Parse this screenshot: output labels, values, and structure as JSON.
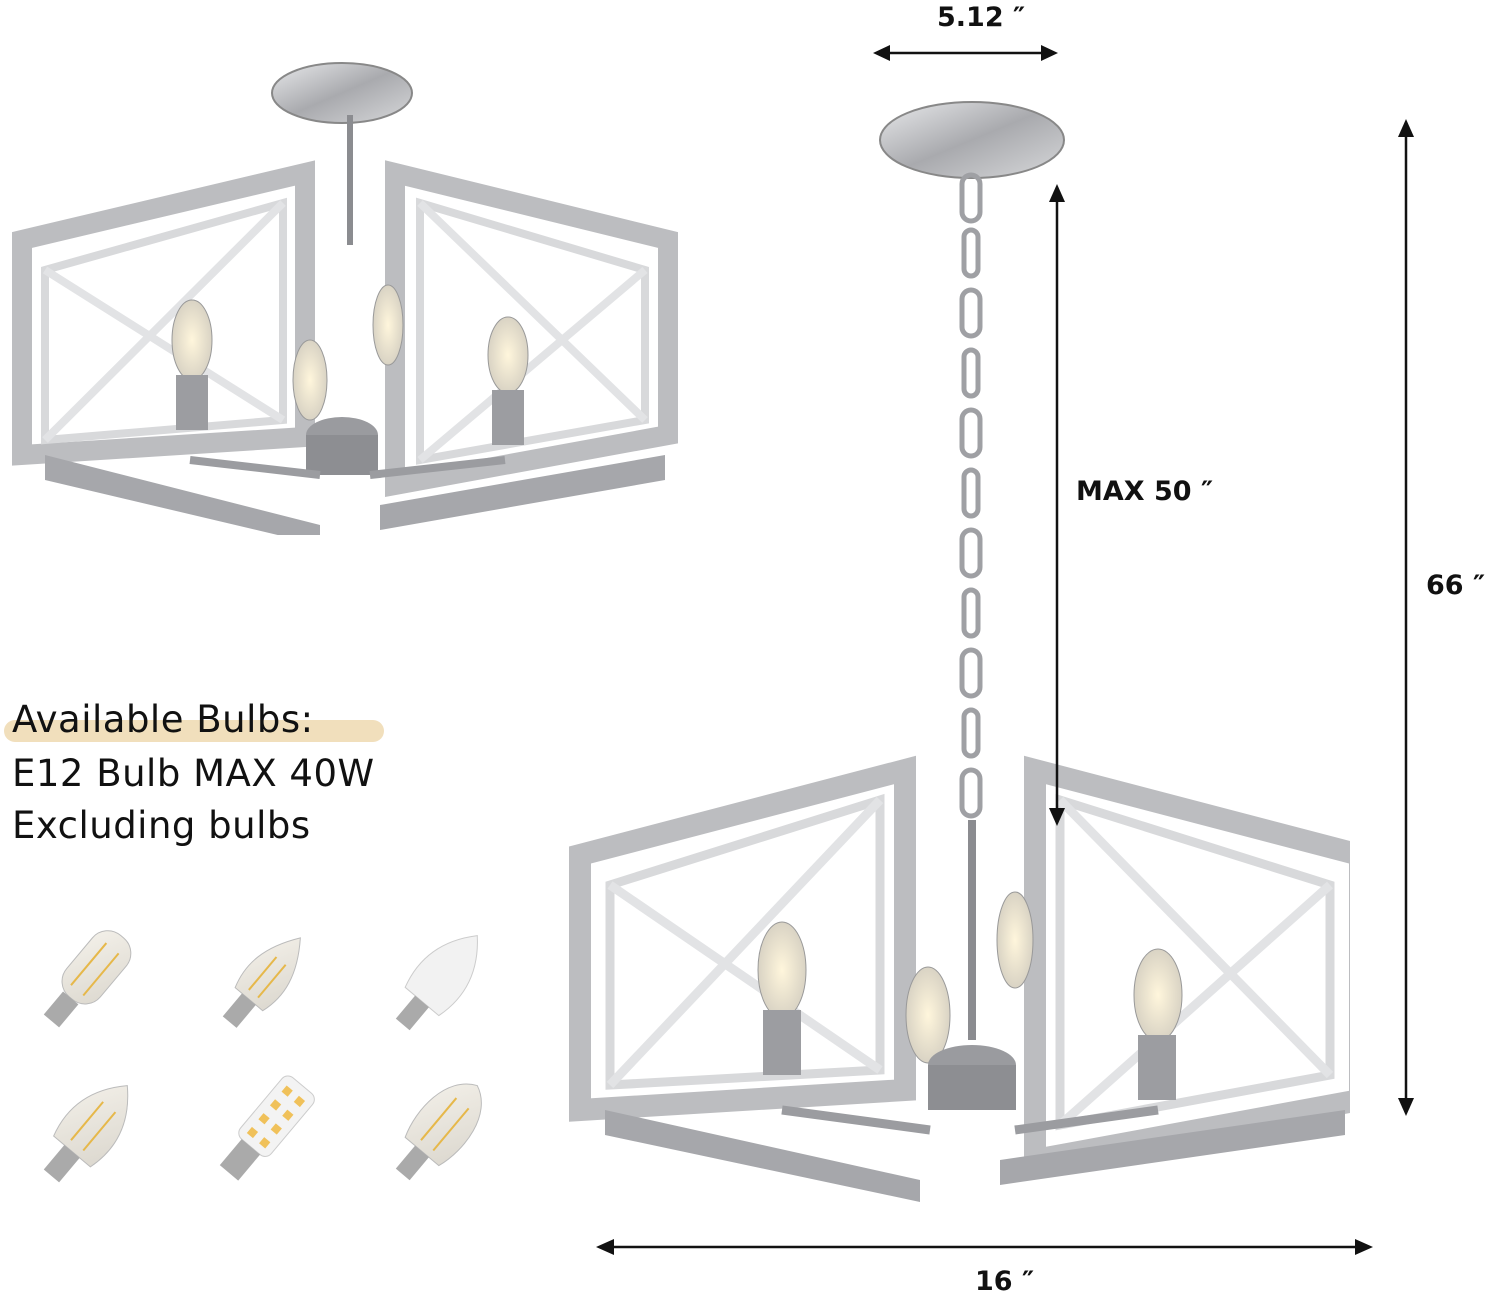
{
  "dimensions": {
    "canopy_width": "5.12 ″",
    "chain_max": "MAX 50 ″",
    "overall_height": "66 ″",
    "body_width": "16 ″"
  },
  "bulbs": {
    "heading": "Available Bulbs:",
    "spec": "E12 Bulb MAX 40W",
    "note": "Excluding bulbs"
  },
  "colors": {
    "metal": "#b9babd",
    "metal_dark": "#7c7d81",
    "highlight": "#f1dfbc",
    "arrow": "#111111"
  },
  "bulb_types": [
    "filament-tube",
    "filament-flame-tip",
    "frosted-candle",
    "filament-candle",
    "led-corn",
    "filament-teardrop"
  ]
}
